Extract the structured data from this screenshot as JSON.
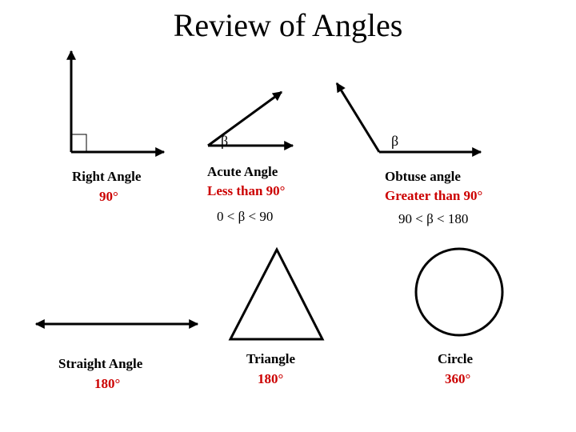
{
  "title": "Review of Angles",
  "right_angle": {
    "name": "Right Angle",
    "value": "90°"
  },
  "acute": {
    "symbol": "β",
    "name": "Acute Angle",
    "value": "Less than 90°",
    "range": "0 < β < 90"
  },
  "obtuse": {
    "symbol": "β",
    "name": "Obtuse angle",
    "value": "Greater than 90°",
    "range": "90 < β < 180"
  },
  "straight": {
    "name": "Straight Angle",
    "value": "180°"
  },
  "triangle": {
    "name": "Triangle",
    "value": "180°"
  },
  "circle": {
    "name": "Circle",
    "value": "360°"
  },
  "colors": {
    "line": "#000000",
    "value_text": "#cc0000"
  }
}
